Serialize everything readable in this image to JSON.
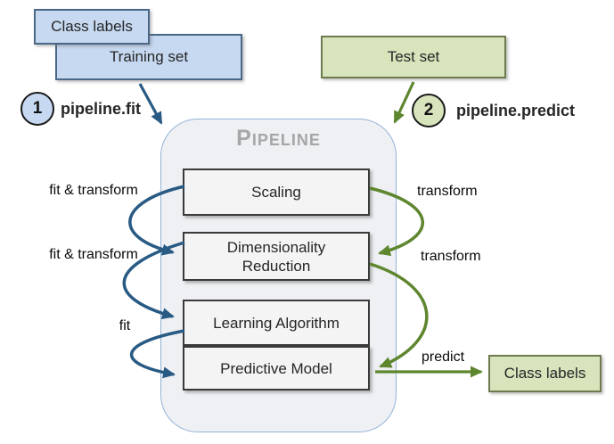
{
  "sources": {
    "class_labels_top": "Class labels",
    "training_set": "Training set",
    "test_set": "Test set",
    "class_labels_out": "Class labels"
  },
  "steps": {
    "fit": {
      "number": "1",
      "label": "pipeline.fit"
    },
    "predict": {
      "number": "2",
      "label": "pipeline.predict"
    }
  },
  "pipeline": {
    "title": "Pipeline",
    "stages": [
      "Scaling",
      "Dimensionality Reduction",
      "Learning Algorithm",
      "Predictive Model"
    ]
  },
  "annotations": {
    "fit_transform_1": "fit & transform",
    "fit_transform_2": "fit & transform",
    "fit": "fit",
    "transform_1": "transform",
    "transform_2": "transform",
    "predict": "predict"
  },
  "colors": {
    "source_blue_fill": "#c6d9f1",
    "source_blue_border": "#4a6785",
    "result_green_fill": "#d7e4bc",
    "result_green_border": "#6e7b4f",
    "arrow_blue": "#285a84",
    "arrow_green": "#5e862f",
    "stage_fill": "#f4f4f4",
    "stage_border": "#3a3a3a",
    "pipeline_fill": "#eef0f4",
    "pipeline_border": "#95b3d7",
    "pipeline_title_gray": "#a6a6a6"
  }
}
